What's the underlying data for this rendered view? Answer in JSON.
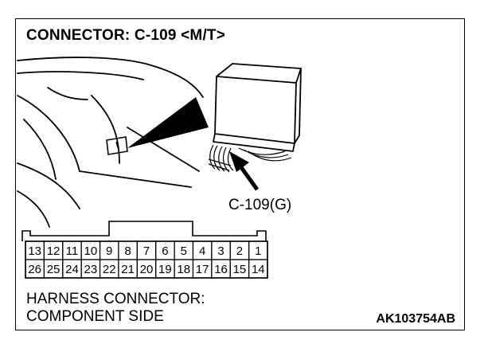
{
  "title": "CONNECTOR: C-109 <M/T>",
  "connector_callout": "C-109(G)",
  "caption": {
    "line1": "HARNESS CONNECTOR:",
    "line2": "COMPONENT SIDE"
  },
  "figure_code": "AK103754AB",
  "pins": {
    "top_row": [
      "13",
      "12",
      "11",
      "10",
      "9",
      "8",
      "7",
      "6",
      "5",
      "4",
      "3",
      "2",
      "1"
    ],
    "bottom_row": [
      "26",
      "25",
      "24",
      "23",
      "22",
      "21",
      "20",
      "19",
      "18",
      "17",
      "16",
      "15",
      "14"
    ]
  }
}
